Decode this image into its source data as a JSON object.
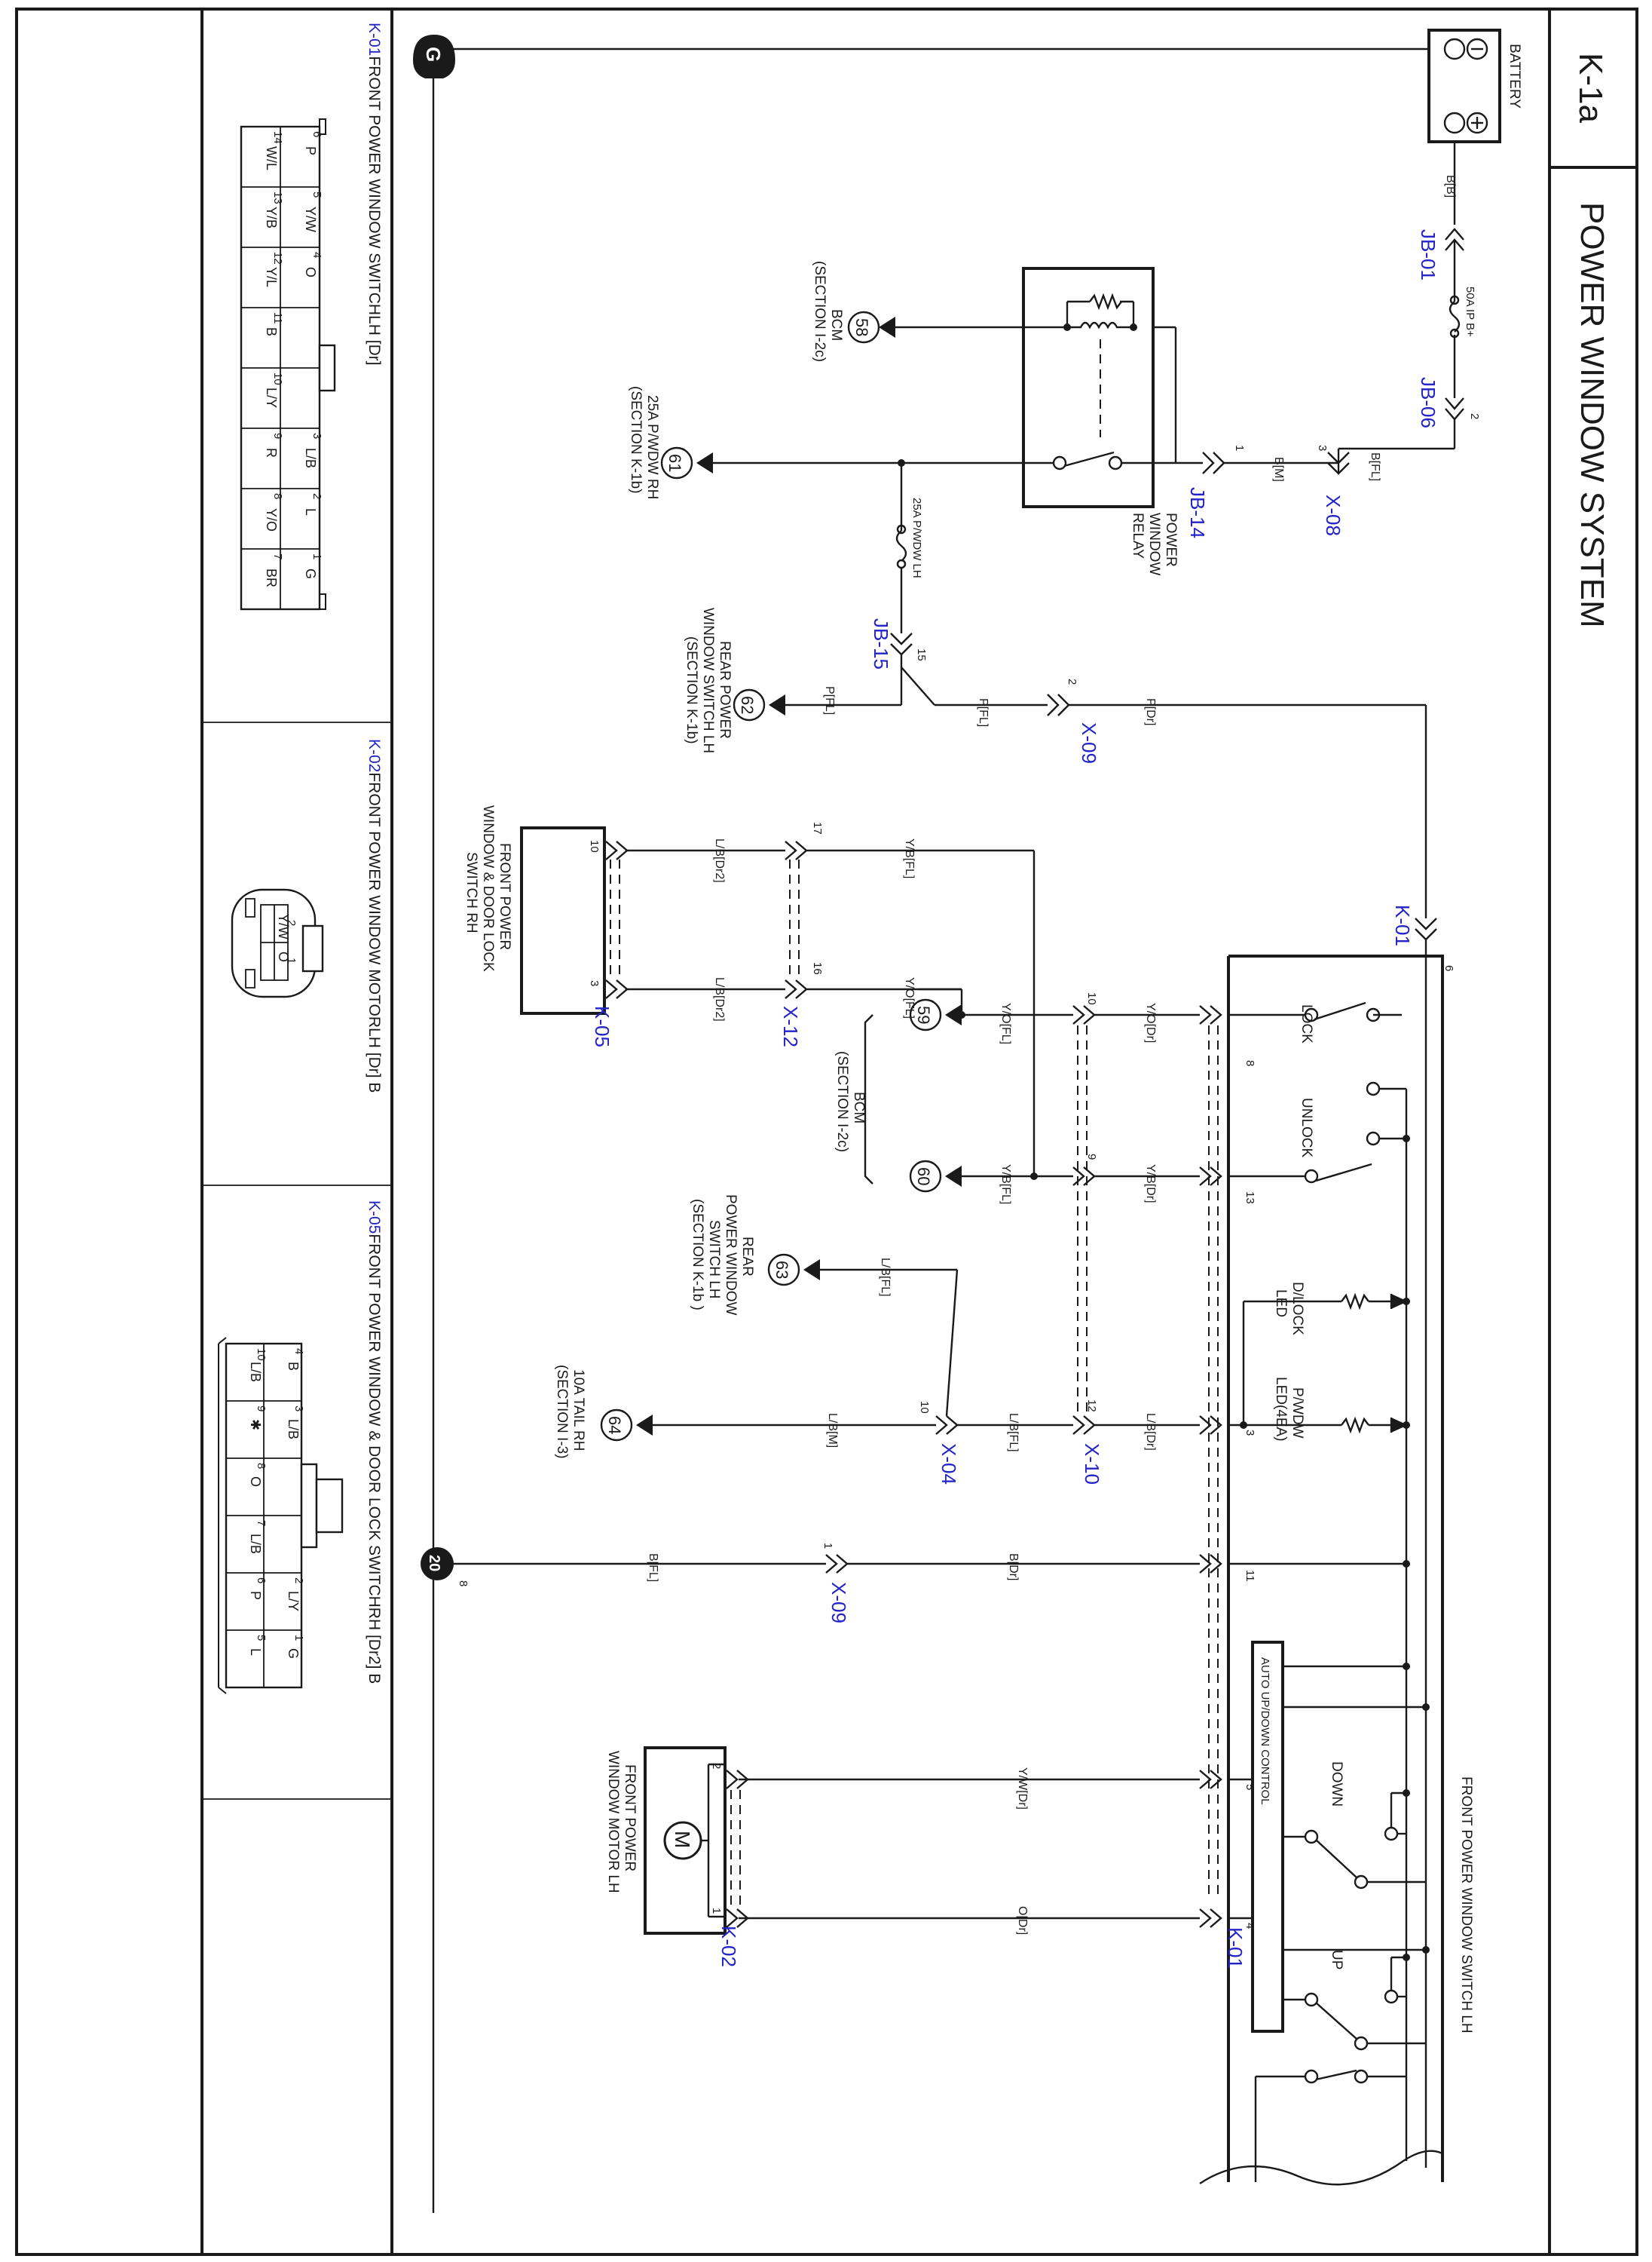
{
  "page": {
    "code": "K-1a",
    "title": "POWER WINDOW SYSTEM"
  },
  "battery": {
    "label": "BATTERY",
    "wire": "B[B]"
  },
  "fuse_main": {
    "label": "50A IP B+",
    "conn_in": "JB-01",
    "conn_out": "JB-06",
    "pin_out": "2"
  },
  "x08": {
    "id": "X-08",
    "pin": "3",
    "wire_in": "B[FL]",
    "wire_out": "B[M]"
  },
  "jb14": {
    "id": "JB-14",
    "pin": "1"
  },
  "relay": {
    "label_l1": "POWER",
    "label_l2": "WINDOW",
    "label_l3": "RELAY"
  },
  "ref58": {
    "num": "58",
    "l1": "BCM",
    "l2": "(SECTION I-2c)"
  },
  "ref61": {
    "num": "61",
    "l1": "25A P/WDW RH",
    "l2": "(SECTION K-1b)"
  },
  "fuse_lh": {
    "label": "25A P/WDW LH",
    "conn": "JB-15",
    "pin": "15"
  },
  "ref62": {
    "num": "62",
    "l1": "REAR POWER",
    "l2": "WINDOW SWITCH LH",
    "l3": "(SECTION K-1b)"
  },
  "x09a": {
    "id": "X-09",
    "pin": "2",
    "wire_fl": "P[FL]",
    "wire_dr": "P[Dr]",
    "wire_fl2": "P[FL]"
  },
  "k01": {
    "id": "K-01",
    "pin_top": "6"
  },
  "rh_switch": {
    "l1": "FRONT POWER",
    "l2": "WINDOW & DOOR LOCK",
    "l3": "SWITCH  RH",
    "pin_a": "10",
    "pin_b": "3",
    "conn": "K-05"
  },
  "x12": {
    "id": "X-12",
    "pin_a": "17",
    "pin_b": "16"
  },
  "wires_mid": {
    "lb_dr2_a": "L/B[Dr2]",
    "lb_dr2_b": "L/B[Dr2]",
    "yb_fl": "Y/B[FL]",
    "yo_fl": "Y/O[FL]",
    "yo_fl2": "Y/O[FL]",
    "yo_dr": "Y/O[Dr]",
    "yb_fl2": "Y/B[FL]",
    "yb_dr": "Y/B[Dr]",
    "lb_fl": "L/B[FL]",
    "lb_fl2": "L/B[FL]",
    "lb_m": "L/B[M]",
    "lb_dr": "L/B[Dr]",
    "b_fl": "B[FL]",
    "b_dr": "B[Dr]",
    "yw_dr": "Y/W[Dr]",
    "o_dr": "O[Dr]"
  },
  "x10": {
    "id": "X-10",
    "pin_a": "10",
    "pin_b": "9",
    "pin_c": "12"
  },
  "ref59": {
    "num": "59"
  },
  "ref60": {
    "num": "60"
  },
  "bcm2": {
    "l1": "BCM",
    "l2": "(SECTION I-2c)"
  },
  "ref63": {
    "num": "63",
    "l1": "REAR",
    "l2": "POWER WINDOW",
    "l3": "SWITCH LH",
    "l4": "(SECTION K-1b )"
  },
  "ref64": {
    "num": "64",
    "l1": "10A TAIL RH",
    "l2": "(SECTION I-3)"
  },
  "x04": {
    "id": "X-04",
    "pin": "10"
  },
  "x09b": {
    "id": "X-09",
    "pin": "1"
  },
  "ground": {
    "g_label": "G",
    "num": "20",
    "sup": "8"
  },
  "lh_switch": {
    "title": "FRONT POWER WINDOW SWITCH LH",
    "lock": "LOCK",
    "unlock": "UNLOCK",
    "dlock_l1": "D/LOCK",
    "dlock_l2": "LED",
    "pwdw_l1": "P/WDW",
    "pwdw_l2": "LED(4EA)",
    "auto": "AUTO UP/DOWN CONTROL",
    "down": "DOWN",
    "up": "UP",
    "pin8": "8",
    "pin13": "13",
    "pin3": "3",
    "pin11": "11",
    "pin5": "5",
    "pin4": "4",
    "conn": "K-01"
  },
  "motor": {
    "l1": "FRONT POWER",
    "l2": "WINDOW MOTOR LH",
    "symbol": "M",
    "pin_a": "2",
    "pin_b": "1",
    "conn": "K-02"
  },
  "connectors": {
    "k01": {
      "id": "K-01",
      "title": "FRONT POWER WINDOW SWITCHLH [Dr]",
      "top_pins": [
        {
          "n": "6",
          "c": "P"
        },
        {
          "n": "5",
          "c": "Y/W"
        },
        {
          "n": "4",
          "c": "O"
        },
        {
          "n": "",
          "c": ""
        },
        {
          "n": "",
          "c": ""
        },
        {
          "n": "3",
          "c": "L/B"
        },
        {
          "n": "2",
          "c": "L"
        },
        {
          "n": "1",
          "c": "G"
        }
      ],
      "bot_pins": [
        {
          "n": "14",
          "c": "W/L"
        },
        {
          "n": "13",
          "c": "Y/B"
        },
        {
          "n": "12",
          "c": "Y/L"
        },
        {
          "n": "11",
          "c": "B"
        },
        {
          "n": "10",
          "c": "L/Y"
        },
        {
          "n": "9",
          "c": "R"
        },
        {
          "n": "8",
          "c": "Y/O"
        },
        {
          "n": "7",
          "c": "BR"
        }
      ]
    },
    "k02": {
      "id": "K-02",
      "title": "FRONT POWER WINDOW MOTORLH [Dr] B",
      "pins": [
        {
          "n": "2",
          "c": "Y/W"
        },
        {
          "n": "1",
          "c": "O"
        }
      ]
    },
    "k05": {
      "id": "K-05",
      "title": "FRONT POWER WINDOW & DOOR LOCK SWITCHRH [Dr2] B",
      "top_pins": [
        {
          "n": "4",
          "c": "B"
        },
        {
          "n": "3",
          "c": "L/B"
        },
        {
          "n": "",
          "c": ""
        },
        {
          "n": "",
          "c": ""
        },
        {
          "n": "2",
          "c": "L/Y"
        },
        {
          "n": "1",
          "c": "G"
        }
      ],
      "bot_pins": [
        {
          "n": "10",
          "c": "L/B"
        },
        {
          "n": "9",
          "c": "✱"
        },
        {
          "n": "8",
          "c": "O"
        },
        {
          "n": "7",
          "c": "L/B"
        },
        {
          "n": "6",
          "c": "P"
        },
        {
          "n": "5",
          "c": "L"
        }
      ]
    }
  }
}
